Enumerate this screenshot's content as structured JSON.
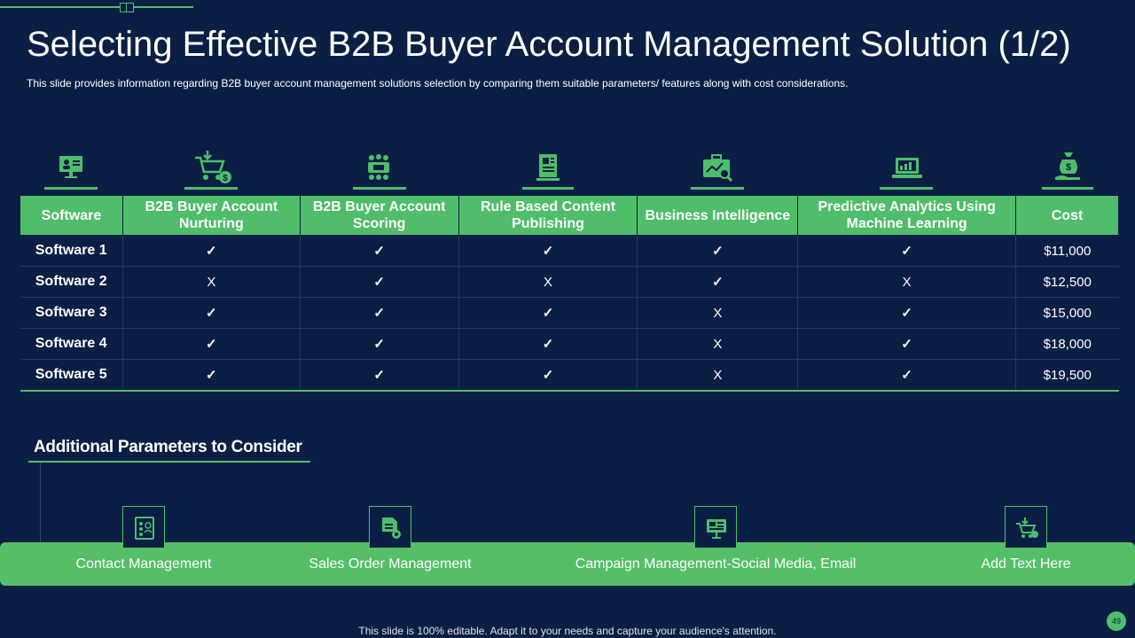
{
  "title": "Selecting Effective B2B Buyer Account Management Solution (1/2)",
  "subtitle": "This slide provides information regarding B2B buyer account management solutions selection by comparing them suitable parameters/ features along with cost considerations.",
  "table": {
    "headers": [
      "Software",
      "B2B Buyer Account Nurturing",
      "B2B Buyer Account Scoring",
      "Rule Based Content Publishing",
      "Business Intelligence",
      "Predictive Analytics Using Machine Learning",
      "Cost"
    ],
    "header_icons": [
      "computer-user-icon",
      "shopping-cart-dollar-icon",
      "team-meeting-icon",
      "document-publish-icon",
      "briefcase-analytics-icon",
      "laptop-chart-icon",
      "money-bag-hand-icon"
    ],
    "rows": [
      {
        "name": "Software 1",
        "cells": [
          "✓",
          "✓",
          "✓",
          "✓",
          "✓"
        ],
        "cost": "$11,000"
      },
      {
        "name": "Software 2",
        "cells": [
          "X",
          "✓",
          "X",
          "✓",
          "X"
        ],
        "cost": "$12,500"
      },
      {
        "name": "Software 3",
        "cells": [
          "✓",
          "✓",
          "✓",
          "X",
          "✓"
        ],
        "cost": "$15,000"
      },
      {
        "name": "Software 4",
        "cells": [
          "✓",
          "✓",
          "✓",
          "X",
          "✓"
        ],
        "cost": "$18,000"
      },
      {
        "name": "Software 5",
        "cells": [
          "✓",
          "✓",
          "✓",
          "X",
          "✓"
        ],
        "cost": "$19,500"
      }
    ]
  },
  "params": {
    "title": "Additional Parameters to Consider",
    "items": [
      {
        "label": "Contact Management",
        "icon": "contact-list-icon"
      },
      {
        "label": "Sales Order Management",
        "icon": "document-gear-icon"
      },
      {
        "label": "Campaign Management-Social Media, Email",
        "icon": "presentation-board-icon"
      },
      {
        "label": "Add Text Here",
        "icon": "shopping-cart-icon"
      }
    ]
  },
  "footer": "This slide is 100% editable. Adapt it to your needs and capture your audience's attention.",
  "page_number": "49",
  "colors": {
    "background": "#0b1f45",
    "accent": "#4fbd6a"
  }
}
